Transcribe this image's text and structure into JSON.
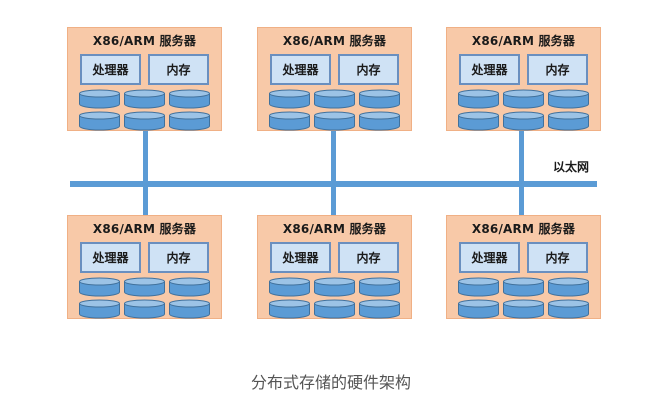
{
  "diagram": {
    "network": {
      "label": "以太网",
      "color": "#5b9bd5"
    },
    "servers": [
      {
        "title": "X86/ARM 服务器",
        "cpu": "处理器",
        "memory": "内存",
        "disks": 6
      },
      {
        "title": "X86/ARM 服务器",
        "cpu": "处理器",
        "memory": "内存",
        "disks": 6
      },
      {
        "title": "X86/ARM 服务器",
        "cpu": "处理器",
        "memory": "内存",
        "disks": 6
      },
      {
        "title": "X86/ARM 服务器",
        "cpu": "处理器",
        "memory": "内存",
        "disks": 6
      },
      {
        "title": "X86/ARM 服务器",
        "cpu": "处理器",
        "memory": "内存",
        "disks": 6
      },
      {
        "title": "X86/ARM 服务器",
        "cpu": "处理器",
        "memory": "内存",
        "disks": 6
      }
    ],
    "colors": {
      "server_fill": "#f8c9a8",
      "component_fill": "#cfe2f5",
      "component_border": "#6a8fbf",
      "disk_fill": "#5b9bd5",
      "disk_top": "#9cc3e6"
    },
    "caption": "分布式存储的硬件架构"
  }
}
